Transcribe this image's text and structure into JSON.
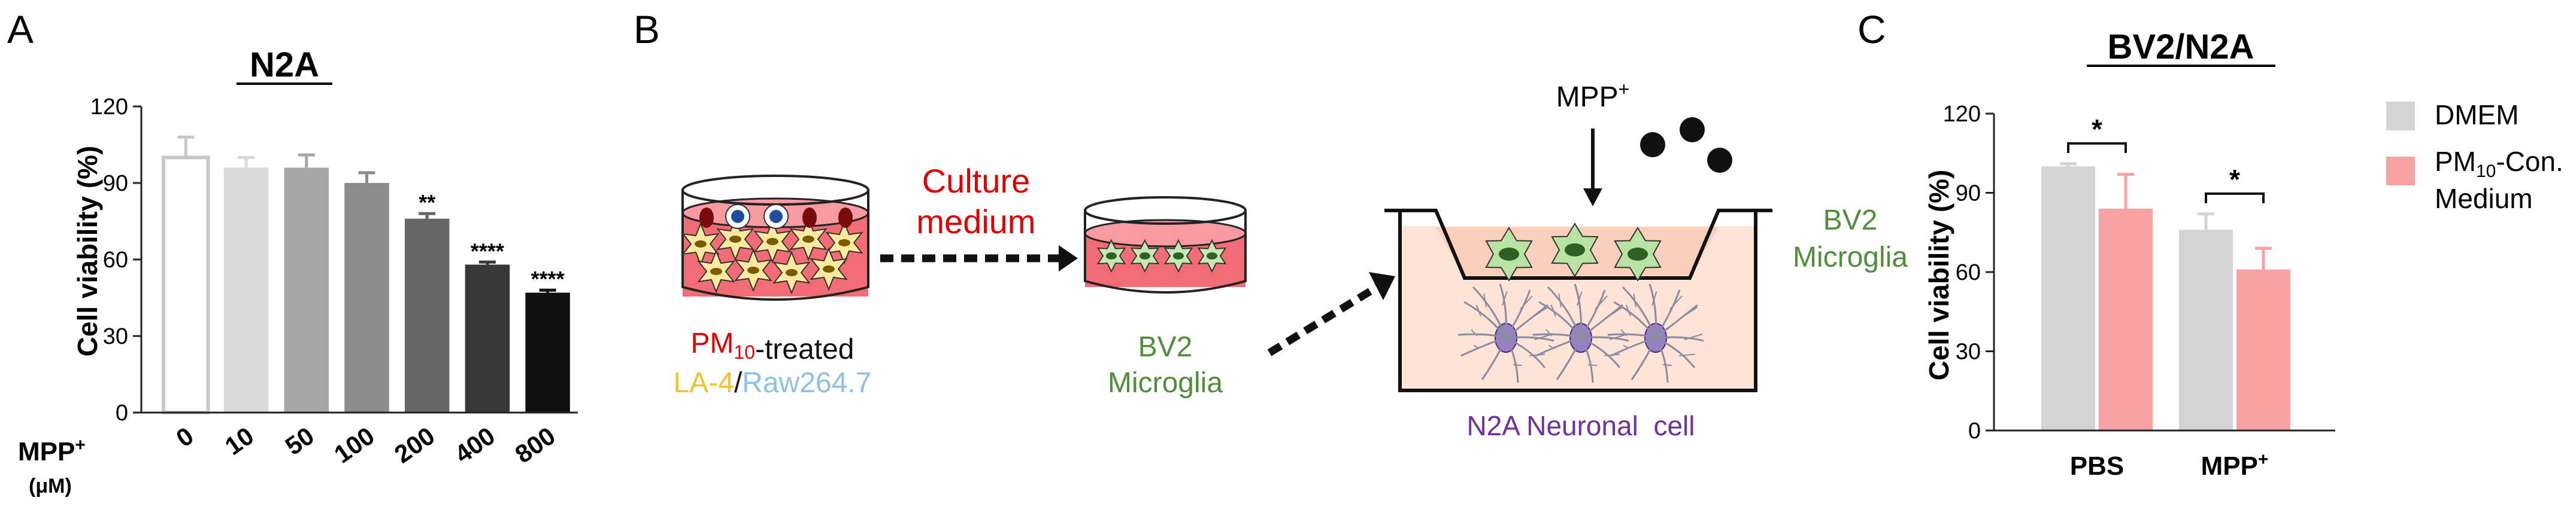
{
  "panel_labels": {
    "a": "A",
    "b": "B",
    "c": "C"
  },
  "colors": {
    "dmem": "#d4d4d4",
    "pm": "#f8a3a3",
    "n2a_bars": [
      "#ffffff",
      "#d9d9d9",
      "#a6a6a6",
      "#8c8c8c",
      "#666666",
      "#383838",
      "#111111"
    ],
    "n2a_edges": [
      "#c8c8c8",
      "#d9d9d9",
      "#a6a6a6",
      "#8c8c8c",
      "#666666",
      "#383838",
      "#111111"
    ],
    "red_text": "#dd0000",
    "green_text": "#4f8f3a",
    "yellow_text": "#f1c232",
    "blue_text": "#8fc1e6",
    "purple_text": "#7030a0"
  },
  "chart_data": [
    {
      "type": "bar",
      "title": "N2A",
      "ylabel": "Cell viability (%)",
      "ylim": [
        0,
        120
      ],
      "yticks": [
        "0",
        "30",
        "60",
        "90",
        "120"
      ],
      "x_axis_label": "MPP⁺",
      "x_axis_unit": "(μM)",
      "categories": [
        "0",
        "10",
        "50",
        "100",
        "200",
        "400",
        "800"
      ],
      "values": [
        100,
        96,
        96,
        90,
        76,
        58,
        47
      ],
      "errors": [
        8,
        4,
        5,
        4,
        2,
        1,
        1
      ],
      "annotations": [
        "",
        "",
        "",
        "",
        "**",
        "****",
        "****"
      ],
      "grid": false
    },
    {
      "type": "bar",
      "title": "BV2/N2A",
      "ylabel": "Cell viability (%)",
      "ylim": [
        0,
        120
      ],
      "yticks": [
        "0",
        "30",
        "60",
        "90",
        "120"
      ],
      "categories": [
        "PBS",
        "MPP⁺"
      ],
      "series": [
        {
          "name": "DMEM",
          "values": [
            100,
            76
          ],
          "errors": [
            1,
            6
          ]
        },
        {
          "name": "PM₁₀-Con. Medium",
          "values": [
            84,
            61
          ],
          "errors": [
            13,
            8
          ]
        }
      ],
      "significance": [
        "*",
        "*"
      ],
      "legend": "top-right",
      "grid": false
    }
  ],
  "schematic": {
    "treated_label": "-treated",
    "pm_label": "PM₁₀",
    "cell_line_a": "LA-4",
    "separator": "/",
    "cell_line_b": "Raw264.7",
    "culture_medium_line1": "Culture",
    "culture_medium_line2": "medium",
    "bv2_dish_line1": "BV2",
    "bv2_dish_line2": "Microglia",
    "mpp_label": "MPP⁺",
    "transwell_label_line1": "BV2",
    "transwell_label_line2": "Microglia",
    "neuronal_label": "N2A Neuronal  cell"
  }
}
